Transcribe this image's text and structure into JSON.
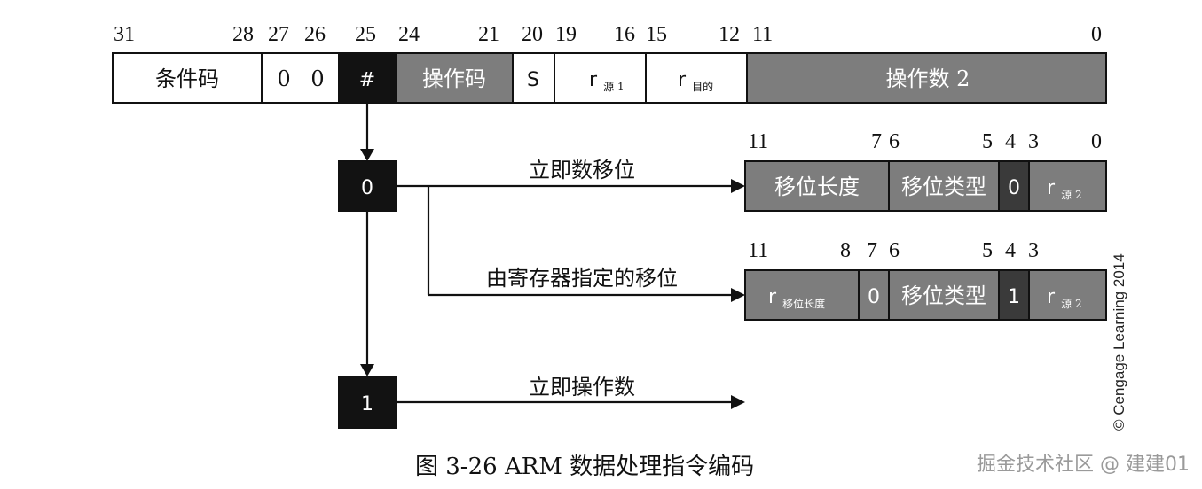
{
  "top_bits": [
    "31",
    "28",
    "27",
    "26",
    "25",
    "24",
    "21",
    "20",
    "19",
    "16",
    "15",
    "12",
    "11",
    "0"
  ],
  "top_fields": {
    "cond": "条件码",
    "zero_a": "0",
    "zero_b": "0",
    "imm_flag": "#",
    "opcode": "操作码",
    "s": "S",
    "rs_main": "r",
    "rs_sub": "源 1",
    "rd_main": "r",
    "rd_sub": "目的",
    "operand2": "操作数 2"
  },
  "decision_zero": "0",
  "decision_one": "1",
  "branch_labels": {
    "imm_shift": "立即数移位",
    "reg_shift": "由寄存器指定的移位",
    "immediate": "立即操作数"
  },
  "row1_bits": [
    "11",
    "7",
    "6",
    "5",
    "4",
    "3",
    "0"
  ],
  "row1_fields": {
    "shift_len": "移位长度",
    "shift_type": "移位类型",
    "bit4": "0",
    "rm_main": "r",
    "rm_sub": "源 2"
  },
  "row2_bits": [
    "11",
    "8",
    "7",
    "6",
    "5",
    "4",
    "3"
  ],
  "row2_fields": {
    "rs_main": "r",
    "rs_sub": "移位长度",
    "bit7": "0",
    "shift_type": "移位类型",
    "bit4": "1",
    "rm_main": "r",
    "rm_sub": "源 2"
  },
  "caption": "图 3-26   ARM 数据处理指令编码",
  "copyright": "© Cengage Learning 2014",
  "watermark": "掘金技术社区 @ 建建01"
}
